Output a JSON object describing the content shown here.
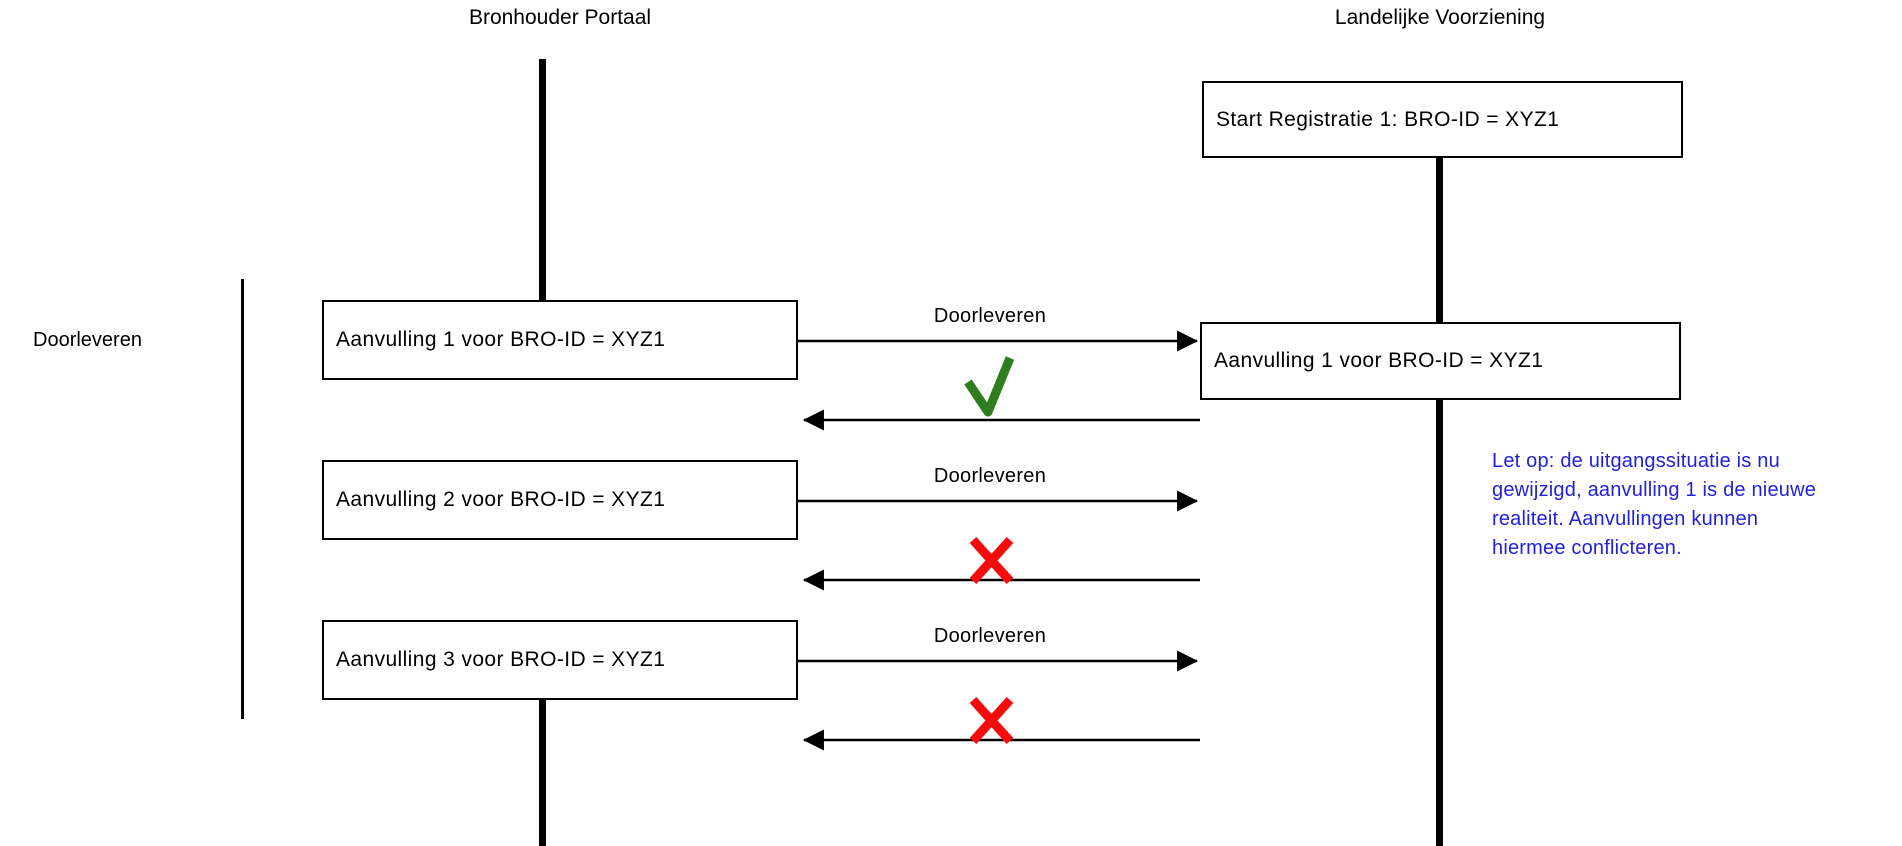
{
  "diagram": {
    "title_left": "Bronhouder Portaal",
    "title_right": "Landelijke Voorziening",
    "group_label": "Doorleveren",
    "left_boxes": [
      {
        "label": "Aanvulling 1 voor BRO-ID = XYZ1"
      },
      {
        "label": "Aanvulling 2 voor BRO-ID = XYZ1"
      },
      {
        "label": "Aanvulling 3 voor BRO-ID = XYZ1"
      }
    ],
    "right_boxes": [
      {
        "label": "Start Registratie 1: BRO-ID = XYZ1"
      },
      {
        "label": "Aanvulling 1 voor BRO-ID = XYZ1"
      }
    ],
    "messages": [
      {
        "label": "Doorleveren",
        "result": "accepted",
        "result_icon": "check-icon"
      },
      {
        "label": "Doorleveren",
        "result": "rejected",
        "result_icon": "x-icon"
      },
      {
        "label": "Doorleveren",
        "result": "rejected",
        "result_icon": "x-icon"
      }
    ],
    "note": {
      "lines": [
        "Let op: de uitgangssituatie is nu",
        "gewijzigd, aanvulling 1 is de nieuwe",
        "realiteit. Aanvullingen kunnen",
        "hiermee conflicteren."
      ]
    },
    "colors": {
      "note_text": "#2121dd",
      "check": "#2f7e1e",
      "cross": "#f90a0a",
      "line": "#000000"
    }
  }
}
